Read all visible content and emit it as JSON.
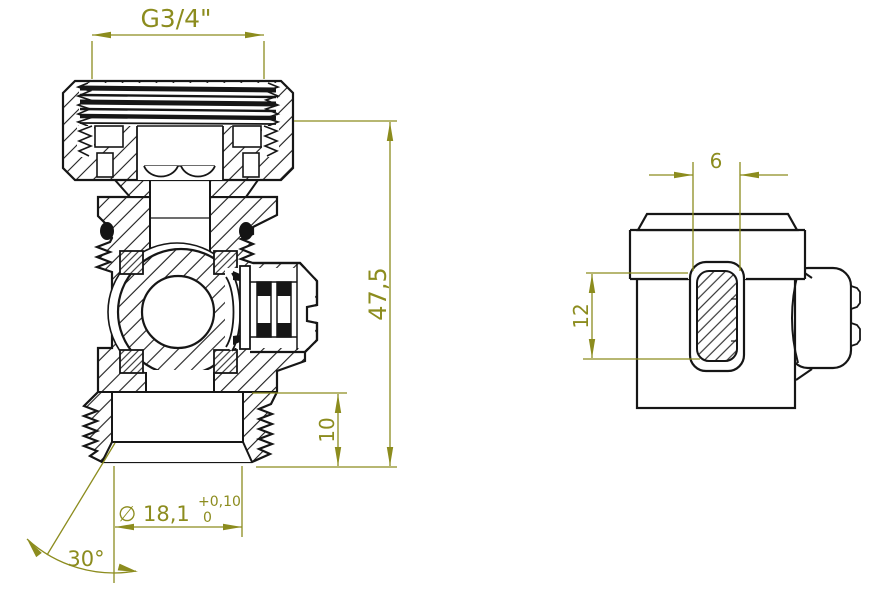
{
  "drawing": {
    "type": "technical-drawing",
    "part": "angle-valve-two-view-section",
    "colors": {
      "background": "#ffffff",
      "outline": "#161616",
      "dimension": "#8c8c1e"
    },
    "dims": {
      "thread": "G3/4\"",
      "total_height": "47,5",
      "outlet_length": "10",
      "bore": "∅ 18,1",
      "tol_plus": "+0,10",
      "tol_zero": "0",
      "angle": "30°",
      "slot_width": "6",
      "slot_depth": "12"
    }
  }
}
